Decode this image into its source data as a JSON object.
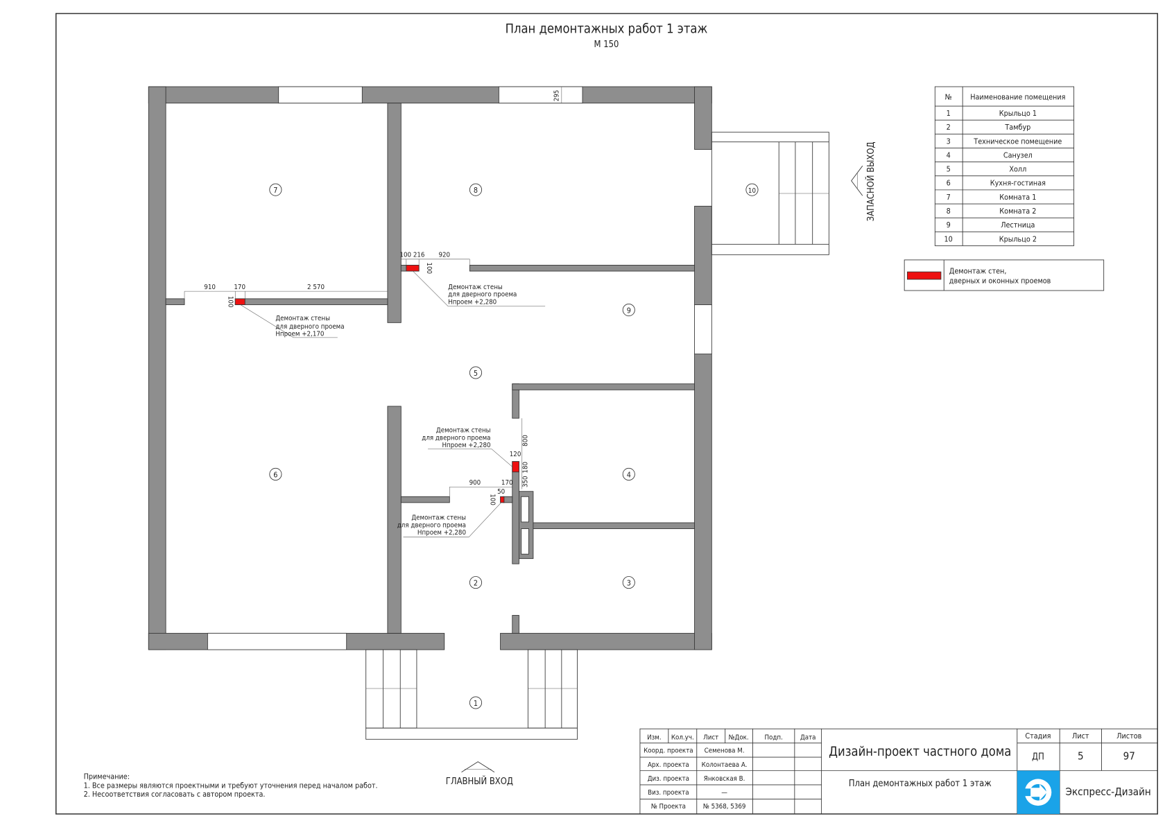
{
  "title": "План демонтажных работ 1 этаж",
  "scale": "М 150",
  "rooms_table": {
    "header_no": "№",
    "header_name": "Наименование помещения",
    "rows": [
      {
        "no": "1",
        "name": "Крыльцо 1"
      },
      {
        "no": "2",
        "name": "Тамбур"
      },
      {
        "no": "3",
        "name": "Техническое помещение"
      },
      {
        "no": "4",
        "name": "Санузел"
      },
      {
        "no": "5",
        "name": "Холл"
      },
      {
        "no": "6",
        "name": "Кухня-гостиная"
      },
      {
        "no": "7",
        "name": "Комната 1"
      },
      {
        "no": "8",
        "name": "Комната 2"
      },
      {
        "no": "9",
        "name": "Лестница"
      },
      {
        "no": "10",
        "name": "Крыльцо 2"
      }
    ]
  },
  "legend": {
    "line1": "Демонтаж стен,",
    "line2": "дверных и оконных проемов",
    "color": "#ee1111"
  },
  "room_markers": [
    "1",
    "2",
    "3",
    "4",
    "5",
    "6",
    "7",
    "8",
    "9",
    "10"
  ],
  "dimensions": {
    "a": "910",
    "b": "170",
    "c": "2 570",
    "d": "100",
    "e": "100",
    "f": "216",
    "g": "920",
    "h": "100",
    "i": "295",
    "j": "800",
    "k": "120",
    "l": "180",
    "m": "350",
    "n": "900",
    "o": "170",
    "p": "50",
    "q": "100"
  },
  "callouts": [
    {
      "l1": "Демонтаж стены",
      "l2": "для дверного проема",
      "h": "Hпроем +2,170"
    },
    {
      "l1": "Демонтаж стены",
      "l2": "для дверного проема",
      "h": "Hпроем +2,280"
    },
    {
      "l1": "Демонтаж стены",
      "l2": "для дверного проема",
      "h": "Hпроем +2,280"
    },
    {
      "l1": "Демонтаж стены",
      "l2": "для дверного проема",
      "h": "Hпроем +2,280"
    }
  ],
  "exits": {
    "main": "ГЛАВНЫЙ ВХОД",
    "emergency": "ЗАПАСНОЙ ВЫХОД"
  },
  "notes": {
    "heading": "Примечание:",
    "n1": "1. Все размеры являются проектными и требуют уточнения перед началом работ.",
    "n2": "2. Несоответствия согласовать с автором проекта."
  },
  "title_block": {
    "headers": [
      "Изм.",
      "Кол.уч.",
      "Лист",
      "№Док.",
      "Подп.",
      "Дата"
    ],
    "roles": [
      {
        "role": "Коорд. проекта",
        "name": "Семенова М."
      },
      {
        "role": "Арх. проекта",
        "name": "Колонтаева А."
      },
      {
        "role": "Диз. проекта",
        "name": "Янковская В."
      },
      {
        "role": "Виз. проекта",
        "name": "—"
      },
      {
        "role": "№ Проекта",
        "name": "№ 5368, 5369"
      }
    ],
    "project": "Дизайн-проект частного дома",
    "sheet_title": "План демонтажных работ 1 этаж",
    "stage_label": "Стадия",
    "sheet_label": "Лист",
    "sheets_label": "Листов",
    "stage": "ДП",
    "sheet": "5",
    "sheets": "97",
    "company": "Экспресс-Дизайн",
    "logo_color": "#1aa3e8"
  }
}
